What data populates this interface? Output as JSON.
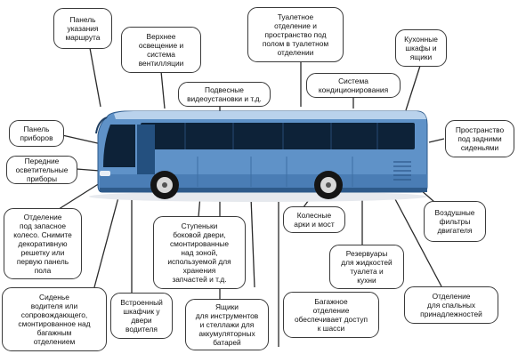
{
  "labels": {
    "route_panel": "Панель\nуказания\nмаршрута",
    "top_light": "Верхнее\nосвещение и\nсистема\nвентилляции",
    "toilet": "Туалетное\nотделение и\nпространство под\nполом в туалетном\nотделении",
    "kitchen": "Кухонные\nшкафы и\nящики",
    "video": "Подвесные\nвидеоустановки и т.д.",
    "aircon": "Система\nкондиционирования",
    "dashboard": "Панель\nприборов",
    "rear_seats": "Пространство\nпод задними\nсиденьями",
    "front_lights": "Передние\nосветительные\nприборы",
    "spare_wheel": "Отделение\nпод запасное\nколесо. Снимите\nдекоративную\nрешетку или\nпервую панель\nпола",
    "steps": "Ступеньки\nбоковой двери,\nсмонтированные\nнад зоной,\nиспользуемой для\nхранения\nзапчастей и т.д.",
    "wheel_arches": "Колесные\nарки и мост",
    "air_filters": "Воздушные\nфильтры\nдвигателя",
    "tanks": "Резервуары\nдля жидкостей\nтуалета и\nкухни",
    "driver_seats": "Сиденье\nводителя или\nсопровождающего,\nсмонтированное над\nбагажным\nотделением",
    "cabinet": "Встроенный\nшкафчик у\nдвери\nводителя",
    "boxes": "Ящики\nдля инструментов\nи стеллажи для\nаккумуляторных\nбатарей",
    "luggage": "Багажное\nотделение\nобеспечивает доступ\nк шасси",
    "sleeping": "Отделение\nдля спальных\nпринадлежностей"
  },
  "colors": {
    "bus_body": "#5f92c8",
    "bus_roof": "#b9d2ec",
    "bus_windows": "#0d2238",
    "bus_bottom": "#2e5a8a",
    "leader": "#2a2a2a"
  }
}
